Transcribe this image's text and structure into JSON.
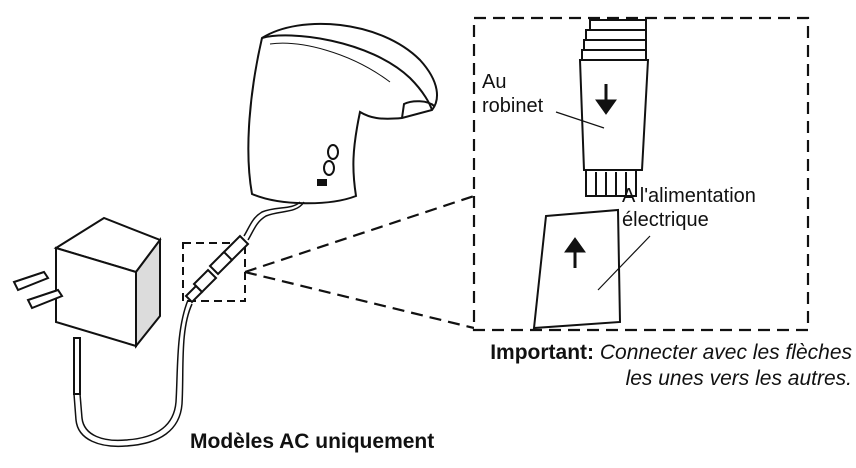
{
  "labels": {
    "to_faucet_line1": "Au",
    "to_faucet_line2": "robinet",
    "to_power_line1": "A l'alimentation",
    "to_power_line2": "électrique"
  },
  "note": {
    "heading": "Important:",
    "line1": "Connecter avec les flèches",
    "line2": "les unes vers les autres."
  },
  "caption": "Modèles AC uniquement",
  "colors": {
    "line": "#111111",
    "fill": "#ffffff",
    "shade": "#dcdcdc"
  }
}
